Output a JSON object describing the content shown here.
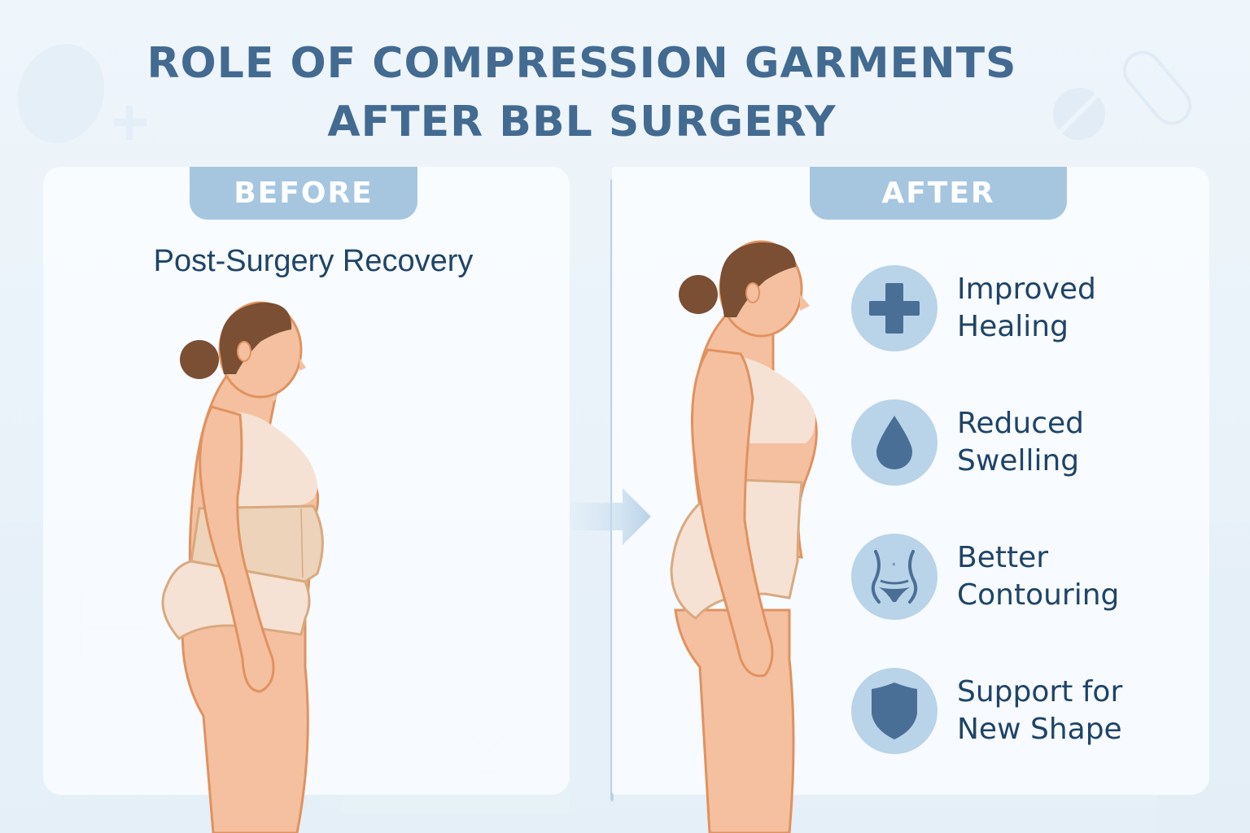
{
  "title": {
    "line1": "ROLE OF COMPRESSION GARMENTS",
    "line2": "AFTER BBL SURGERY"
  },
  "before_panel": {
    "tab_label": "BEFORE",
    "subtitle": "Post-Surgery Recovery",
    "illustration": "woman-profile-wearing-compression-waist-binder"
  },
  "after_panel": {
    "tab_label": "AFTER",
    "illustration": "woman-profile-contoured-shape",
    "benefits": [
      {
        "icon": "medical-cross-icon",
        "line1": "Improved",
        "line2": "Healing"
      },
      {
        "icon": "water-drop-icon",
        "line1": "Reduced",
        "line2": "Swelling"
      },
      {
        "icon": "body-contour-icon",
        "line1": "Better",
        "line2": "Contouring"
      },
      {
        "icon": "shield-icon",
        "line1": "Support for",
        "line2": "New Shape"
      }
    ]
  },
  "colors": {
    "title": "#436a90",
    "text": "#1f4468",
    "tab": "#a6c6e0",
    "icon_circle": "#b9d3e9",
    "icon_fill": "#4a6f96",
    "skin": "#f4c0a0",
    "skin_outline": "#e0925f",
    "garment": "#f6e2d4",
    "binder": "#ecd3b9",
    "hair": "#7a4f33"
  }
}
